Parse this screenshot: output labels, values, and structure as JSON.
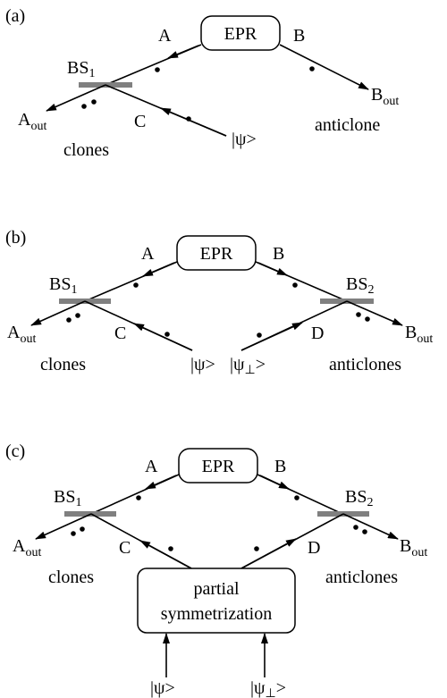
{
  "panels": [
    {
      "tag": "(a)",
      "source": "EPR",
      "ports": {
        "A": "A",
        "B": "B",
        "C": "C"
      },
      "bs1": {
        "main": "BS",
        "sub": "1"
      },
      "outputs": {
        "a_out_main": "A",
        "a_out_sub": "out",
        "b_out_main": "B",
        "b_out_sub": "out"
      },
      "inputs": {
        "psi": "|ψ>"
      },
      "captions": {
        "left": "clones",
        "right": "anticlone"
      }
    },
    {
      "tag": "(b)",
      "source": "EPR",
      "ports": {
        "A": "A",
        "B": "B",
        "C": "C",
        "D": "D"
      },
      "bs1": {
        "main": "BS",
        "sub": "1"
      },
      "bs2": {
        "main": "BS",
        "sub": "2"
      },
      "outputs": {
        "a_out_main": "A",
        "a_out_sub": "out",
        "b_out_main": "B",
        "b_out_sub": "out"
      },
      "inputs": {
        "psi": "|ψ>",
        "psi_perp_main": "|ψ",
        "psi_perp_sub": "⊥",
        "psi_perp_end": ">"
      },
      "captions": {
        "left": "clones",
        "right": "anticlones"
      }
    },
    {
      "tag": "(c)",
      "source": "EPR",
      "ports": {
        "A": "A",
        "B": "B",
        "C": "C",
        "D": "D"
      },
      "bs1": {
        "main": "BS",
        "sub": "1"
      },
      "bs2": {
        "main": "BS",
        "sub": "2"
      },
      "outputs": {
        "a_out_main": "A",
        "a_out_sub": "out",
        "b_out_main": "B",
        "b_out_sub": "out"
      },
      "box": {
        "line1": "partial",
        "line2": "symmetrization"
      },
      "inputs": {
        "psi": "|ψ>",
        "psi_perp_main": "|ψ",
        "psi_perp_sub": "⊥",
        "psi_perp_end": ">"
      },
      "captions": {
        "left": "clones",
        "right": "anticlones"
      }
    }
  ]
}
